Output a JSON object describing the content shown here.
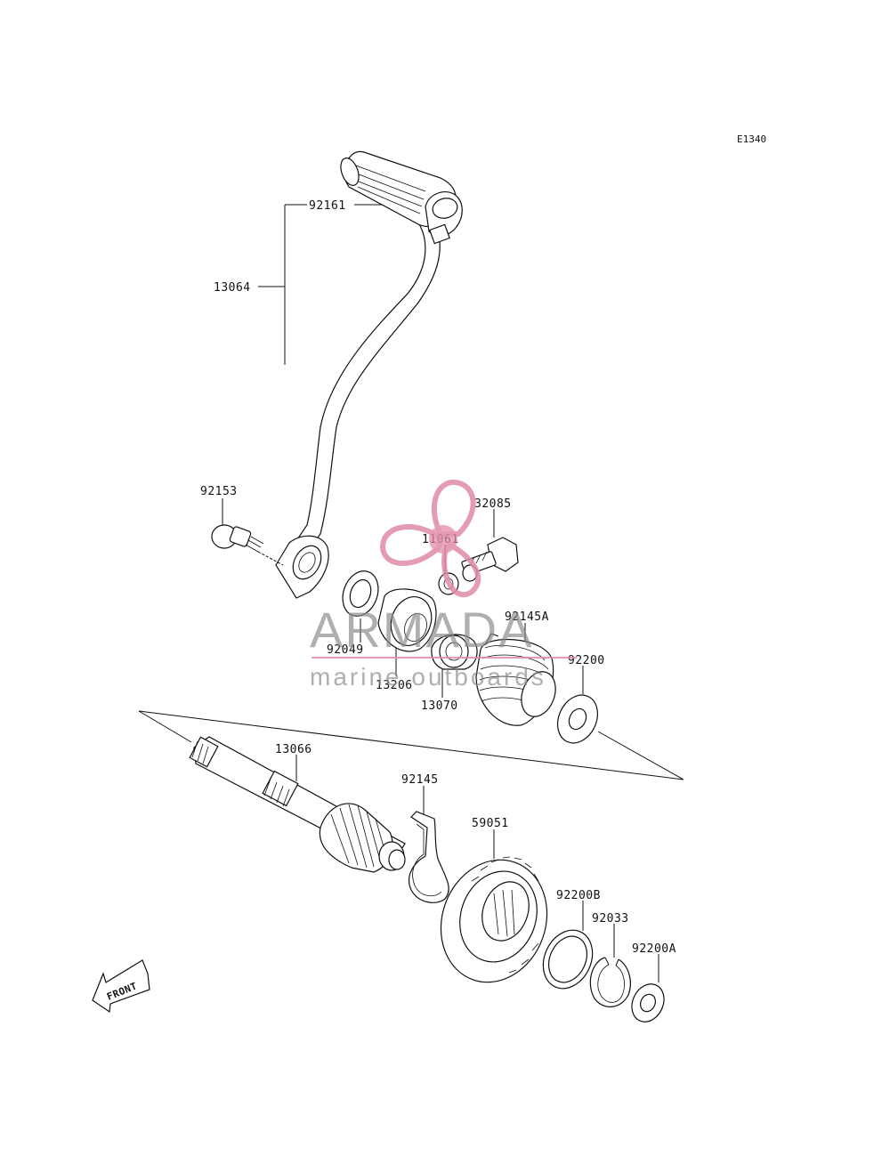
{
  "diagram_code": "E1340",
  "parts": {
    "p92161": "92161",
    "p13064": "13064",
    "p92153": "92153",
    "p32085": "32085",
    "p11061": "11061",
    "p92049": "92049",
    "p13206": "13206",
    "p92145A": "92145A",
    "p92200": "92200",
    "p13070": "13070",
    "p13066": "13066",
    "p92145": "92145",
    "p59051": "59051",
    "p92200B": "92200B",
    "p92033": "92033",
    "p92200A": "92200A"
  },
  "front_label": "FRONT",
  "watermark": {
    "brand": "ARMADA",
    "tagline": "marine outboards",
    "color_accent": "#e08aa8",
    "color_text": "#8a8a8a"
  }
}
